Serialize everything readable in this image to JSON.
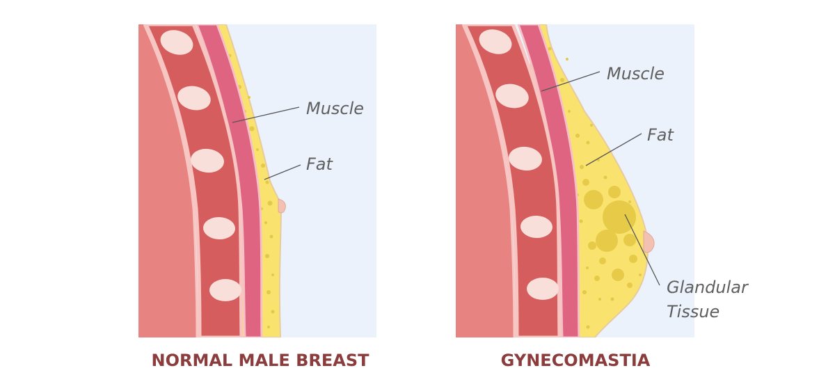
{
  "panels": [
    {
      "caption": "NORMAL MALE BREAST",
      "labels": {
        "muscle": "Muscle",
        "fat": "Fat"
      }
    },
    {
      "caption": "GYNECOMASTIA",
      "labels": {
        "muscle": "Muscle",
        "fat": "Fat",
        "glandular_1": "Glandular",
        "glandular_2": "Tissue"
      }
    }
  ],
  "colors": {
    "background": "#ebf2fc",
    "skin_tissue": "#e78482",
    "rib_band": "#d65d5e",
    "rib_border": "#f7c5c2",
    "rib_bone": "#f9dfda",
    "muscle": "#de6481",
    "fat": "#f9e36e",
    "glandular": "#e7cb48",
    "caption": "#8b3d3d",
    "label": "#5f5f5f"
  }
}
